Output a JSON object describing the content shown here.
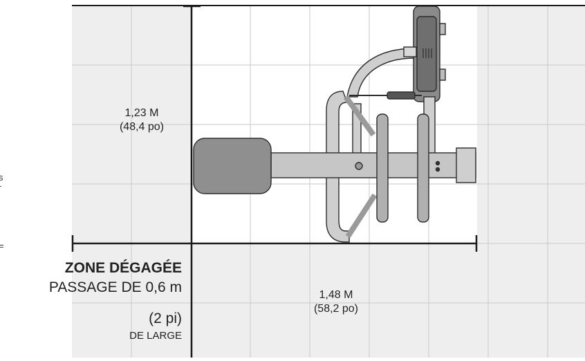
{
  "dimensions": {
    "width_metric": "1,23 M",
    "width_imperial": "(48,4 po)",
    "length_metric": "1,48 M",
    "length_imperial": "(58,2 po)"
  },
  "clearance": {
    "title": "ZONE DÉGAGÉE",
    "line1": "PASSAGE DE 0,6 m",
    "line2": "(2 pi)",
    "line3": "DE LARGE"
  },
  "edge_fragments": [
    "s",
    "-",
    "="
  ],
  "colors": {
    "grid_fill": "#eeeeee",
    "grid_line": "#c9c9c9",
    "dimension_line": "#1a1a1a",
    "equipment_fill": "#bdbdbd",
    "equipment_stroke": "#2b2b2b",
    "pad_fill": "#8f8f8f"
  }
}
